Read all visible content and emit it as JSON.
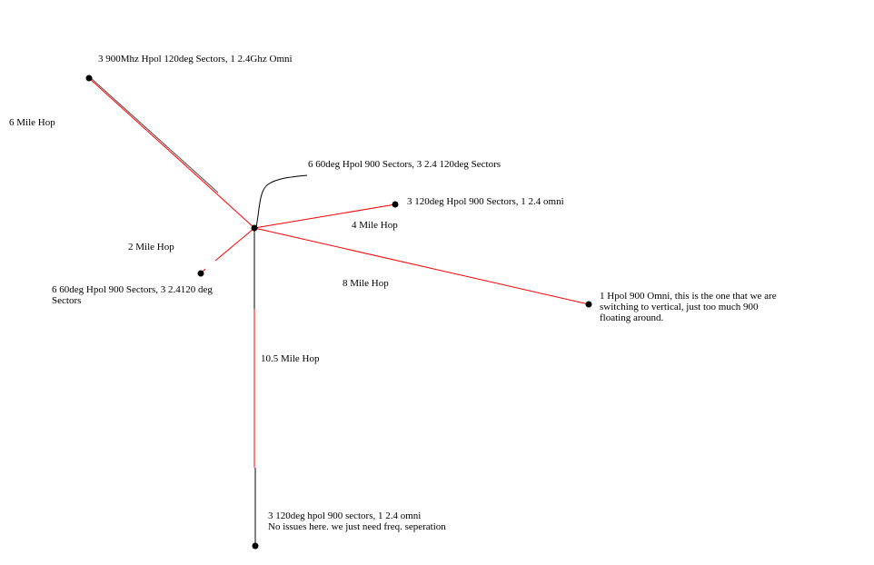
{
  "colors": {
    "link": "#ff0000",
    "node": "#000000",
    "background": "#ffffff"
  },
  "nodes": {
    "hub": {
      "label": "6 60deg Hpol 900 Sectors, 3 2.4 120deg Sectors"
    },
    "northwest": {
      "label": "3 900Mhz Hpol 120deg Sectors, 1 2.4Ghz Omni"
    },
    "east": {
      "label": "3 120deg Hpol 900 Sectors, 1 2.4 omni"
    },
    "southwest": {
      "label": "6 60deg Hpol 900 Sectors, 3 2.4120 deg Sectors"
    },
    "southeast": {
      "label": "1 Hpol 900 Omni, this is the one that we are switching to vertical, just too much 900 floating around."
    },
    "south": {
      "label_line1": "3 120deg hpol 900 sectors, 1 2.4 omni",
      "label_line2": "No issues here. we just need freq. seperation"
    }
  },
  "links": {
    "northwest": "6 Mile Hop",
    "east": "4 Mile Hop",
    "southwest": "2 Mile Hop",
    "southeast": "8 Mile Hop",
    "south": "10.5 Mile Hop"
  }
}
